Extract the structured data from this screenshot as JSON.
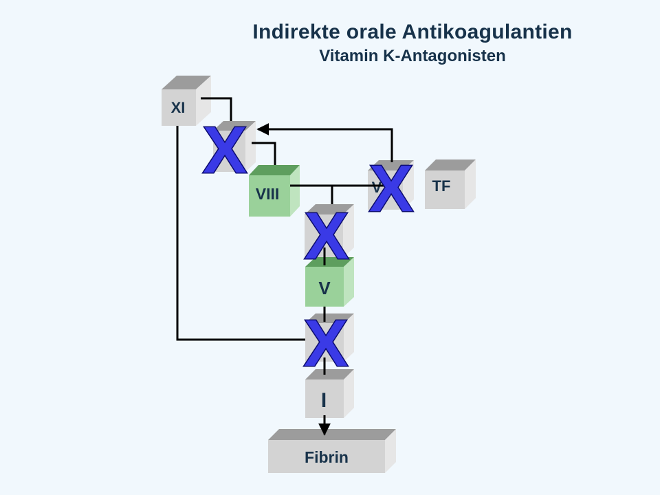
{
  "header": {
    "title": "Indirekte orale Antikoagulantien",
    "subtitle": "Vitamin K-Antagonisten"
  },
  "factors": {
    "xi": "XI",
    "viii": "VIII",
    "vii": "V",
    "tf": "TF",
    "v": "V",
    "ii": "I",
    "fibrin": "Fibrin"
  },
  "markers": {
    "ix": "X",
    "vii": "X",
    "x": "X",
    "ii": "X"
  },
  "colors": {
    "background": "#f1f8fd",
    "cube_gray_front": "#d3d3d3",
    "cube_gray_top": "#9c9c9c",
    "cube_gray_side": "#e6e6e6",
    "cube_green_front": "#9ad19a",
    "cube_green_top": "#5e9e5e",
    "cube_green_side": "#bfe4bf",
    "x_marker_fill": "#3a3ae6",
    "x_marker_stroke": "#0c0c70",
    "line": "#000000"
  }
}
